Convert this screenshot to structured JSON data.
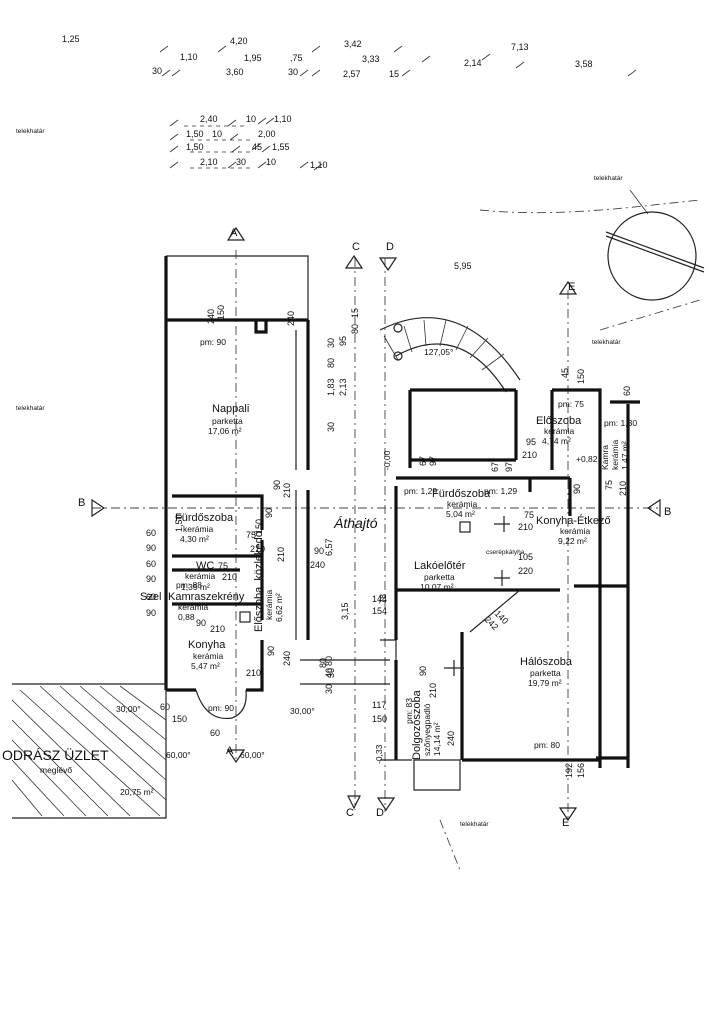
{
  "rooms": {
    "nappali": {
      "name": "Nappali",
      "floor": "parketta",
      "area": "17,06 m²"
    },
    "furdo1": {
      "name": "Fürdőszoba",
      "floor": "kerámia",
      "area": "4,30 m²"
    },
    "wc": {
      "name": "WC",
      "floor": "kerámia",
      "area": "1,35 m²"
    },
    "kamra1": {
      "name": "Kamraszekrény",
      "floor": "kerámia",
      "area": "0,88"
    },
    "eloszoba1": {
      "name": "Előszoba, közlekedő",
      "floor": "kerámia",
      "area": "6,62 m²"
    },
    "konyha1": {
      "name": "Konyha",
      "floor": "kerámia",
      "area": "5,47 m²"
    },
    "eloszoba2": {
      "name": "Előszoba",
      "floor": "kerámia",
      "area": "4,74 m²"
    },
    "kamra2": {
      "name": "Kamra",
      "floor": "kerámia",
      "area": "1,47 m²"
    },
    "furdo2": {
      "name": "Fürdőszoba",
      "floor": "kerámia",
      "area": "5,04 m²"
    },
    "konyha2": {
      "name": "Konyha-Étkező",
      "floor": "kerámia",
      "area": "9,22 m²"
    },
    "lakoeloter": {
      "name": "Lakóelőtér",
      "floor": "parketta",
      "area": "10,07 m²"
    },
    "haloszoba": {
      "name": "Hálószoba",
      "floor": "parketta",
      "area": "19,79 m²"
    },
    "dolgozo": {
      "name": "Dolgozószoba",
      "floor": "szőnyegpadló",
      "area": "14,14 m²"
    },
    "uzlet": {
      "name": "ODRÁSZ ÜZLET",
      "floor": "meglévő",
      "area": "20,75 m²"
    }
  },
  "labels": {
    "athajto": "Áthajtó",
    "szel": "Szel",
    "pm_90_top": "pm: 90",
    "pm_90_bottom": "pm: 90",
    "pm_75": "pm: 75",
    "pm_130": "pm: 1,30",
    "pm_129a": "pm: 1,29",
    "pm_129b": "pm: 1,29",
    "pm_80": "pm: 80",
    "pm_83": "pm: 83",
    "pm_88": "pm: 88",
    "szerepkalyha": "cserépkályha",
    "stair_angle": "127,05°",
    "telek_1": "telekhatár",
    "telek_2": "telekhatár",
    "telek_3": "telekhatár",
    "telek_4": "telekhatár",
    "telek_5": "telekhatár"
  },
  "sections": {
    "a_top": "A",
    "a_bottom": "A",
    "b_left": "B",
    "b_right": "B",
    "c_top": "C",
    "c_bottom": "C",
    "d_top": "D",
    "d_bottom": "D",
    "e_top": "E",
    "e_bottom": "E"
  },
  "angles": {
    "a1": "30,00°",
    "a2": "30,00°",
    "a3": "60,00°",
    "a4": "60,00°"
  },
  "elevations": {
    "e1": "+0,82",
    "e2": "-0,33",
    "e3": "-0,00"
  },
  "top_dims": {
    "t1": "1,25",
    "t2": "4,20",
    "t3": "3,42",
    "t4": "7,13",
    "t5": "1,10",
    "t6": "1,95",
    "t7": ",75",
    "t8": "3,33",
    "t9": "2,14",
    "t10": "3,58",
    "t11": "30",
    "t12": "3,60",
    "t13": "30",
    "t14": "2,57",
    "t15": "15",
    "u1": "2,40",
    "u2": "10",
    "u3": "1,10",
    "u4": "1,50",
    "u5": "10",
    "u6": "2,00",
    "u7": "1,50",
    "u8": "45",
    "u9": "1,55",
    "u10": "2,10",
    "u11": "30",
    "u12": "10",
    "u13": "1,10"
  },
  "plan_dims": {
    "d1": "240",
    "d2": "150",
    "d3": "240",
    "d4": "30",
    "d5": "80",
    "d6": "95",
    "d7": "80",
    "d8": "15",
    "d9": "5,95",
    "d10": "1,83",
    "d11": "2,13",
    "d12": "30",
    "d13": "90",
    "d14": "210",
    "d15": "90",
    "d16": "6,57",
    "d17": "240",
    "d18": "60",
    "d19": "90",
    "d20": "60",
    "d21": "90",
    "d22": "60",
    "d23": "90",
    "d24": "75",
    "d25": "210",
    "d26": "75",
    "d27": "210",
    "d28": "90",
    "d29": "210",
    "d30": "90",
    "d31": "210",
    "d32": "240",
    "d33": "30",
    "d34": "40",
    "d35": "80",
    "d36": "60",
    "d37": "150",
    "d38": "60",
    "d39": "3,15",
    "d40": "144",
    "d41": "154",
    "d42": "78",
    "d43": "117",
    "d44": "150",
    "d45": "90",
    "d46": "210",
    "d47": "240",
    "d48": "192",
    "d49": "156",
    "d50": "140",
    "d51": "242",
    "d52": "75",
    "d53": "210",
    "d54": "105",
    "d55": "220",
    "d56": "95",
    "d57": "210",
    "d58": "67",
    "d59": "97",
    "d60": "67",
    "d61": "97",
    "d62": "45",
    "d63": "150",
    "d64": "60",
    "d65": "90",
    "d66": "75",
    "d67": "210",
    "d68": "30",
    "d69": "80",
    "d70": "90",
    "d71": "210",
    "d72": "150",
    "d73": "1,50"
  }
}
